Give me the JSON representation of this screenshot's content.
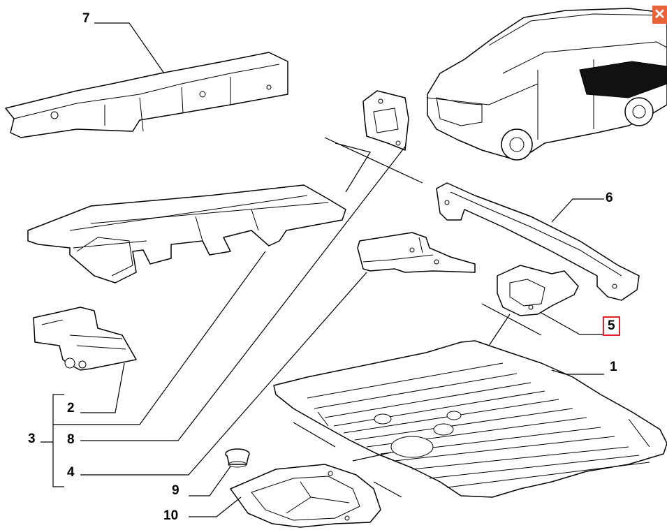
{
  "callouts": {
    "c1": "1",
    "c2": "2",
    "c3": "3",
    "c4": "4",
    "c5": "5",
    "c6": "6",
    "c7": "7",
    "c8": "8",
    "c9": "9",
    "c10": "10"
  },
  "highlighted_callout": "5",
  "close_icon": "close-icon",
  "highlight_color": "#e0202a",
  "close_color": "#e8633a"
}
